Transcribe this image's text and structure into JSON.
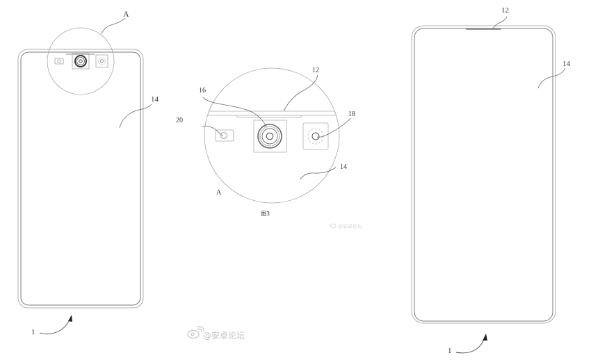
{
  "figure": {
    "type": "patent-drawing",
    "caption": "图3",
    "detail_marker": "A"
  },
  "left_phone": {
    "reference_numeral": "1",
    "screen_label": "14",
    "detail_callout_label": "A",
    "components": [
      "sensor-20",
      "front-camera-16",
      "sensor-18"
    ]
  },
  "detail_view": {
    "label": "A",
    "callouts": [
      {
        "numeral": "12",
        "refers_to": "notch-slit"
      },
      {
        "numeral": "16",
        "refers_to": "front-camera"
      },
      {
        "numeral": "20",
        "refers_to": "small-sensor"
      },
      {
        "numeral": "18",
        "refers_to": "proximity-sensor"
      },
      {
        "numeral": "14",
        "refers_to": "display-screen"
      }
    ],
    "caption": "图3"
  },
  "right_phone": {
    "reference_numeral": "1",
    "notch_label": "12",
    "screen_label": "14"
  },
  "watermarks": {
    "main": "@安卓论坛",
    "small": "@安卓论坛"
  },
  "colors": {
    "line": "#9a9a9a",
    "line_dark": "#555555",
    "text": "#333333",
    "watermark": "#c8c8c8"
  }
}
